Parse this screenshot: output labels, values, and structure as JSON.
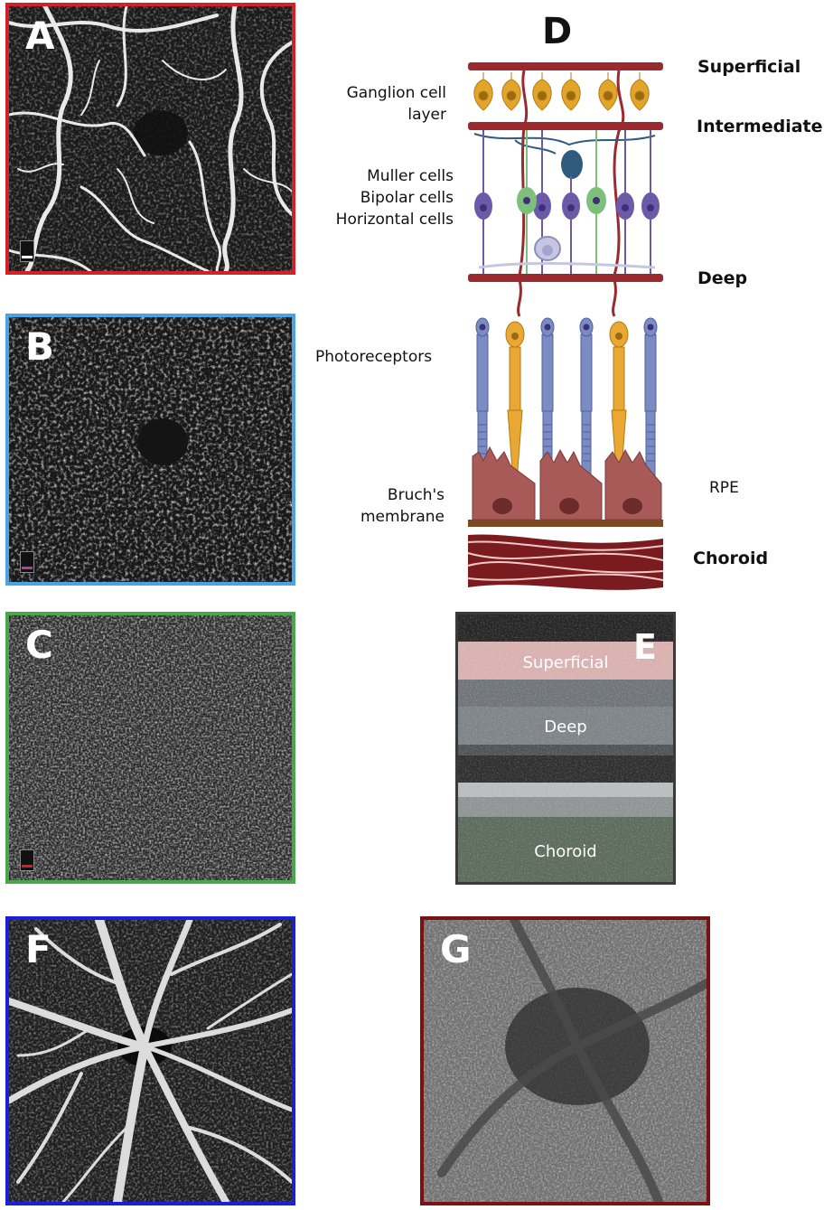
{
  "panels": {
    "a": {
      "label": "A",
      "border": "#d61f26"
    },
    "b": {
      "label": "B",
      "border": "#4ba3e3"
    },
    "c": {
      "label": "C",
      "border": "#46a84a"
    },
    "f": {
      "label": "F",
      "border": "#1a1fd9"
    },
    "g": {
      "label": "G",
      "border": "#7a1113"
    }
  },
  "diagram": {
    "letter": "D",
    "layers": {
      "superficial": "Superficial",
      "intermediate": "Intermediate",
      "deep": "Deep",
      "choroid": "Choroid"
    },
    "labels": {
      "ganglion_1": "Ganglion cell",
      "ganglion_2": "layer",
      "muller": "Muller cells",
      "bipolar": "Bipolar cells",
      "horizontal": "Horizontal cells",
      "photoreceptors": "Photoreceptors",
      "bruchs_1": "Bruch's",
      "bruchs_2": "membrane",
      "rpe": "RPE"
    },
    "colors": {
      "vessel": "#9b2a2e",
      "ganglion": "#e2a42b",
      "bipolar_cell": "#6b5aa8",
      "muller_cell": "#7cc07a",
      "rod": "#7b8cc4",
      "cone": "#e9a833",
      "rpe": "#a85a58",
      "choroid": "#7a1c1f"
    }
  },
  "oct_crosssection": {
    "letter": "E",
    "superficial": "Superficial",
    "deep": "Deep",
    "choroid": "Choroid"
  }
}
